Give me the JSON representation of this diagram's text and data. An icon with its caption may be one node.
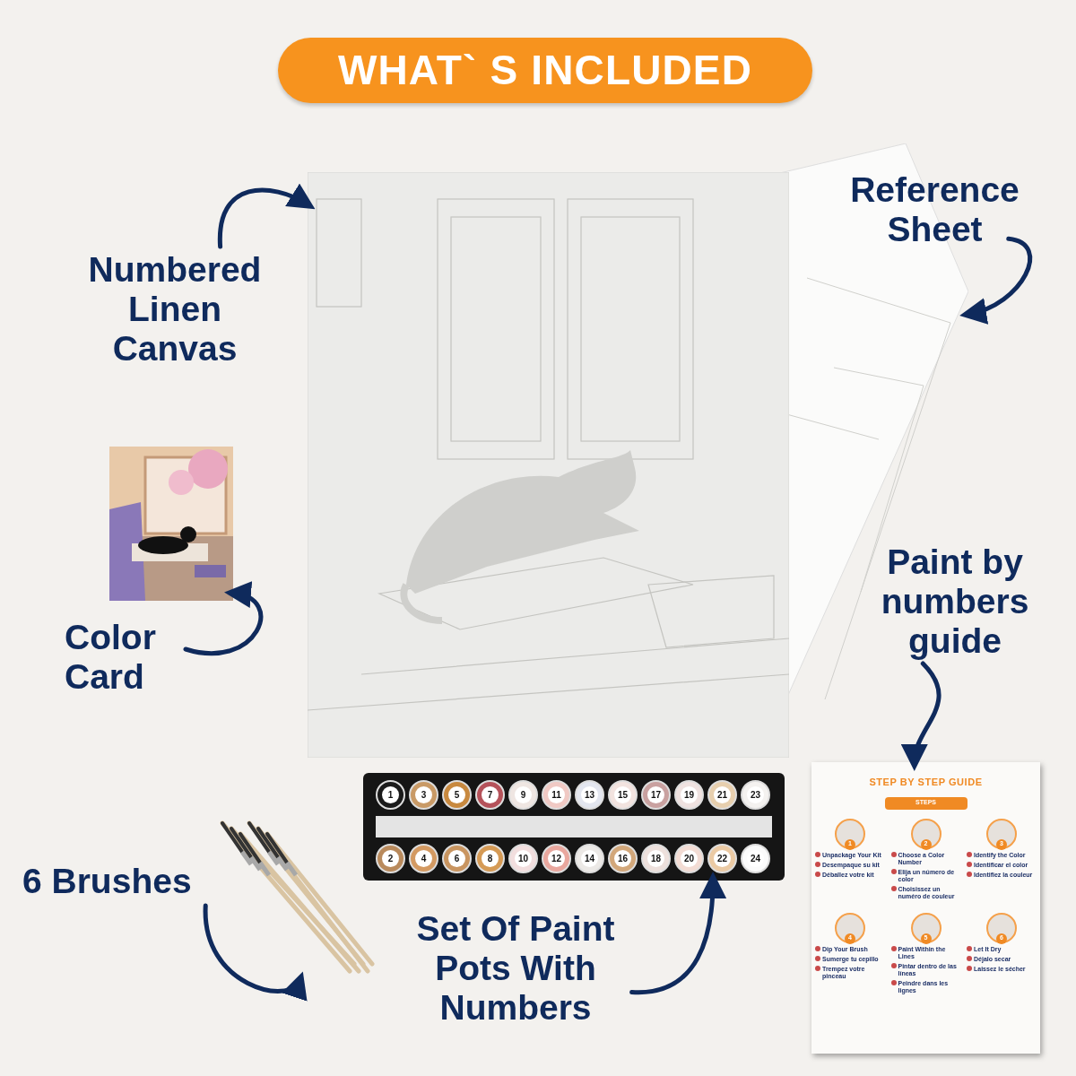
{
  "diagram": {
    "title": "WHAT` S INCLUDED",
    "nodes": [
      {
        "text": [
          "Numbered Linen Canvas"
        ]
      },
      {
        "text": [],
        "shape": "picture"
      },
      {
        "text": [
          "Reference Sheet"
        ]
      },
      {
        "text": [],
        "shape": "picture"
      },
      {
        "text": [],
        "shape": "picture"
      },
      {
        "text": [
          "Color Card"
        ]
      },
      {
        "text": [
          "Paint by numbers guide"
        ]
      },
      {
        "text": [
          "STEP BY STEP GUIDE",
          "STEPS"
        ]
      },
      {
        "text": [
          "6 Brushes"
        ]
      },
      {
        "text": [],
        "shape": "picture"
      },
      {
        "text": [
          "Set Of Paint Pots With Numbers"
        ]
      },
      {
        "text": [],
        "shape": "picture"
      }
    ],
    "edges": [
      {
        "from": 0,
        "to": 1,
        "arrow": "to"
      },
      {
        "from": 2,
        "to": 3,
        "arrow": "to"
      },
      {
        "from": 5,
        "to": 4,
        "arrow": "to"
      },
      {
        "from": 6,
        "to": 7,
        "arrow": "to"
      },
      {
        "from": 8,
        "to": 9,
        "arrow": "to"
      },
      {
        "from": 10,
        "to": 11,
        "arrow": "to"
      }
    ],
    "labels": [
      "1",
      "3",
      "5",
      "7",
      "9",
      "11",
      "13",
      "15",
      "17",
      "19",
      "21",
      "23",
      "2",
      "4",
      "6",
      "8",
      "10",
      "12",
      "14",
      "16",
      "18",
      "20",
      "22",
      "24",
      "1",
      "Unpackage Your Kit",
      "Desempaque su kit",
      "Déballez votre kit",
      "2",
      "Choose a Color Number",
      "Elija un número de color",
      "Choisissez un numéro de couleur",
      "3",
      "Identify the Color",
      "Identificar el color",
      "Identifiez la couleur",
      "4",
      "Dip Your Brush",
      "Sumerge tu cepillo",
      "Trempez votre pinceau",
      "5",
      "Paint Within the Lines",
      "Pintar dentro de las líneas",
      "Peindre dans les lignes",
      "6",
      "Let It Dry",
      "Déjalo secar",
      "Laissez le sécher"
    ]
  }
}
